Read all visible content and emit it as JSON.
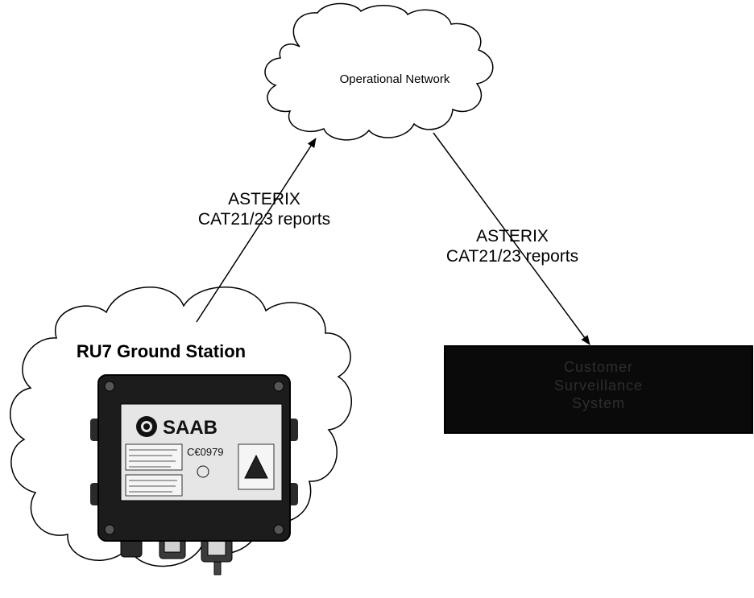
{
  "network": {
    "label": "Operational Network"
  },
  "link_left": {
    "line1": "ASTERIX",
    "line2": "CAT21/23 reports"
  },
  "link_right": {
    "line1": "ASTERIX",
    "line2": "CAT21/23 reports"
  },
  "ground_station": {
    "title": "RU7 Ground Station",
    "brand": "SAAB",
    "ce_mark": "C€0979"
  },
  "client_system": {
    "lines": [
      "Customer",
      "Surveillance",
      "System"
    ]
  },
  "colors": {
    "line": "#000000",
    "device_body": "#1c1c1c",
    "client_box": "#0a0a0a"
  }
}
